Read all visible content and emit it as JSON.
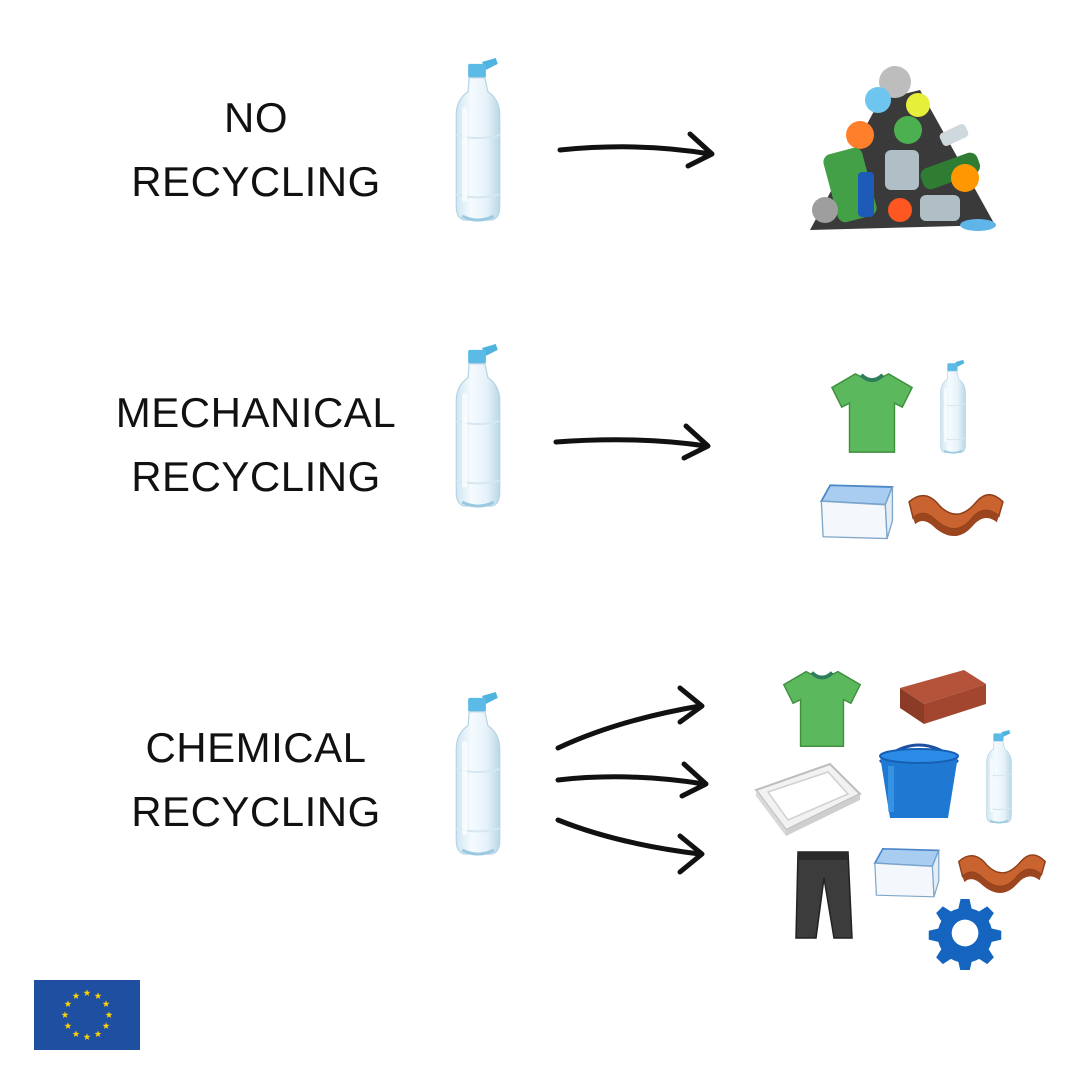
{
  "rows": [
    {
      "line1": "NO",
      "line2": "RECYCLING"
    },
    {
      "line1": "MECHANICAL",
      "line2": "RECYCLING"
    },
    {
      "line1": "CHEMICAL",
      "line2": "RECYCLING"
    }
  ],
  "icons": {
    "source": "plastic-bottle-icon",
    "waste": "garbage-pile-icon",
    "products": [
      "t-shirt-icon",
      "small-bottle-icon",
      "food-container-icon",
      "roof-tile-icon",
      "brick-icon",
      "bucket-icon",
      "plastic-tray-icon",
      "trousers-icon",
      "gear-icon"
    ],
    "logo": "eu-flag-icon"
  },
  "colors": {
    "text": "#111111",
    "arrow": "#111111",
    "shirt": "#5cb85c",
    "gear": "#1565c0",
    "eu_blue": "#1f4fa0",
    "eu_star": "#ffd200"
  }
}
